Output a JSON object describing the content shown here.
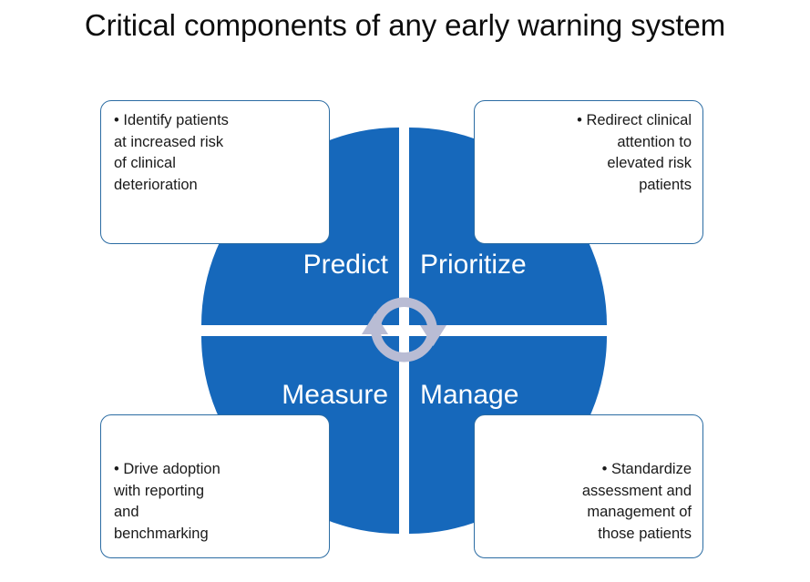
{
  "title": "Critical components of any early warning system",
  "colors": {
    "wheel_blue": "#1668bb",
    "box_border": "#2b6ca3",
    "arrow_gray": "#b9bcd4",
    "title_text": "#0d0d0d",
    "quadrant_label_text": "#ffffff",
    "background": "#ffffff"
  },
  "wheel": {
    "quadrants": [
      {
        "id": "predict",
        "label": "Predict",
        "position": "top-left"
      },
      {
        "id": "prioritize",
        "label": "Prioritize",
        "position": "top-right"
      },
      {
        "id": "measure",
        "label": "Measure",
        "position": "bottom-left"
      },
      {
        "id": "manage",
        "label": "Manage",
        "position": "bottom-right"
      }
    ],
    "center_icon": "cycle-arrows-icon"
  },
  "callouts": [
    {
      "id": "predict",
      "align": "left",
      "text": "• Identify patients\nat increased risk\nof clinical\ndeterioration"
    },
    {
      "id": "prioritize",
      "align": "right",
      "text": "• Redirect clinical\nattention to\nelevated risk\npatients"
    },
    {
      "id": "measure",
      "align": "left",
      "text": "• Drive adoption\nwith reporting\nand\nbenchmarking"
    },
    {
      "id": "manage",
      "align": "right",
      "text": "• Standardize\nassessment and\nmanagement of\nthose patients"
    }
  ]
}
